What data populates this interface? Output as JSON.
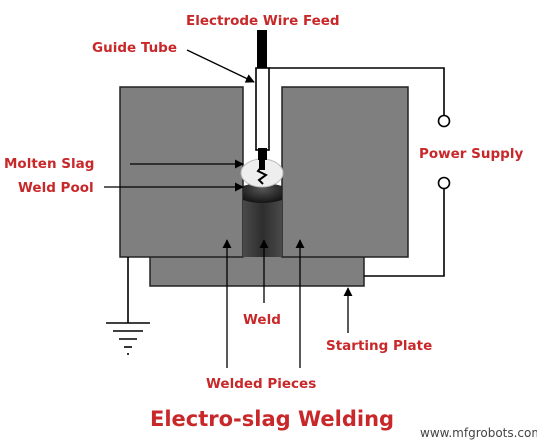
{
  "diagram": {
    "title": "Electro-slag Welding",
    "watermark": "www.mfgrobots.com",
    "labels": {
      "electrode_wire_feed": "Electrode Wire Feed",
      "guide_tube": "Guide Tube",
      "molten_slag": "Molten Slag",
      "weld_pool": "Weld Pool",
      "power_supply": "Power Supply",
      "weld": "Weld",
      "starting_plate": "Starting Plate",
      "welded_pieces": "Welded Pieces"
    },
    "colors": {
      "label_red": "#c8282a",
      "workpiece_gray": "#7f7f7f",
      "weld_dark": "#3a3a3a",
      "slag_light": "#eeeeee"
    }
  }
}
